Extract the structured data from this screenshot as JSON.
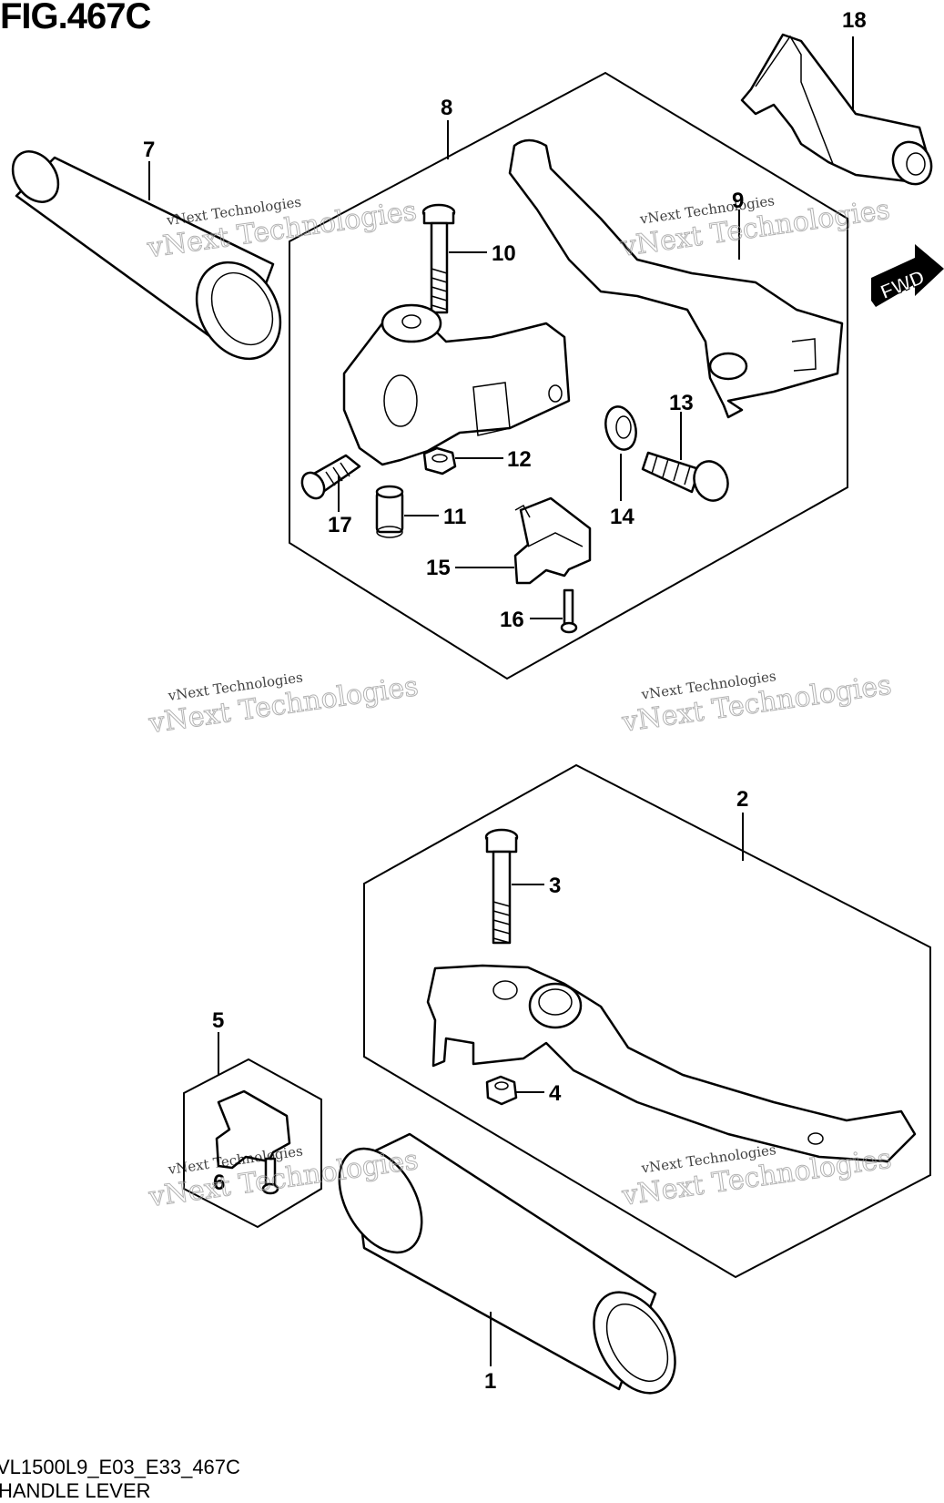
{
  "figure": {
    "title": "FIG.467C",
    "code": "VL1500L9_E03_E33_467C",
    "name": "HANDLE LEVER",
    "direction_label": "FWD"
  },
  "watermark": {
    "line1": "vNext Technologies",
    "line2": "vNext Technologies"
  },
  "callouts": [
    "1",
    "2",
    "3",
    "4",
    "5",
    "6",
    "7",
    "8",
    "9",
    "10",
    "11",
    "12",
    "13",
    "14",
    "15",
    "16",
    "17",
    "18"
  ]
}
